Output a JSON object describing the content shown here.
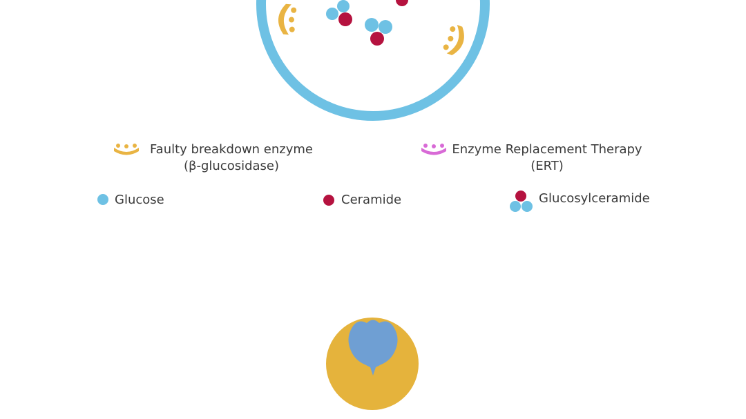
{
  "colors": {
    "cell_membrane": "#6ec1e4",
    "glucose": "#6ec1e4",
    "ceramide": "#b5123f",
    "faulty_enzyme": "#e9b443",
    "ert": "#d86ad6",
    "cell_body": "#e5b33c",
    "nucleus": "#6f9fd3",
    "text": "#3a3a3a"
  },
  "legend": {
    "faulty_enzyme": {
      "icon": "faulty-enzyme-icon",
      "line1": "Faulty breakdown enzyme",
      "line2": "(β-glucosidase)"
    },
    "ert": {
      "icon": "ert-enzyme-icon",
      "line1": "Enzyme Replacement Therapy",
      "line2": "(ERT)"
    },
    "glucose": {
      "icon": "glucose-dot-icon",
      "label": "Glucose"
    },
    "ceramide": {
      "icon": "ceramide-dot-icon",
      "label": "Ceramide"
    },
    "glucosylceramide": {
      "icon": "glucosylceramide-cluster-icon",
      "label": "Glucosylceramide"
    }
  }
}
